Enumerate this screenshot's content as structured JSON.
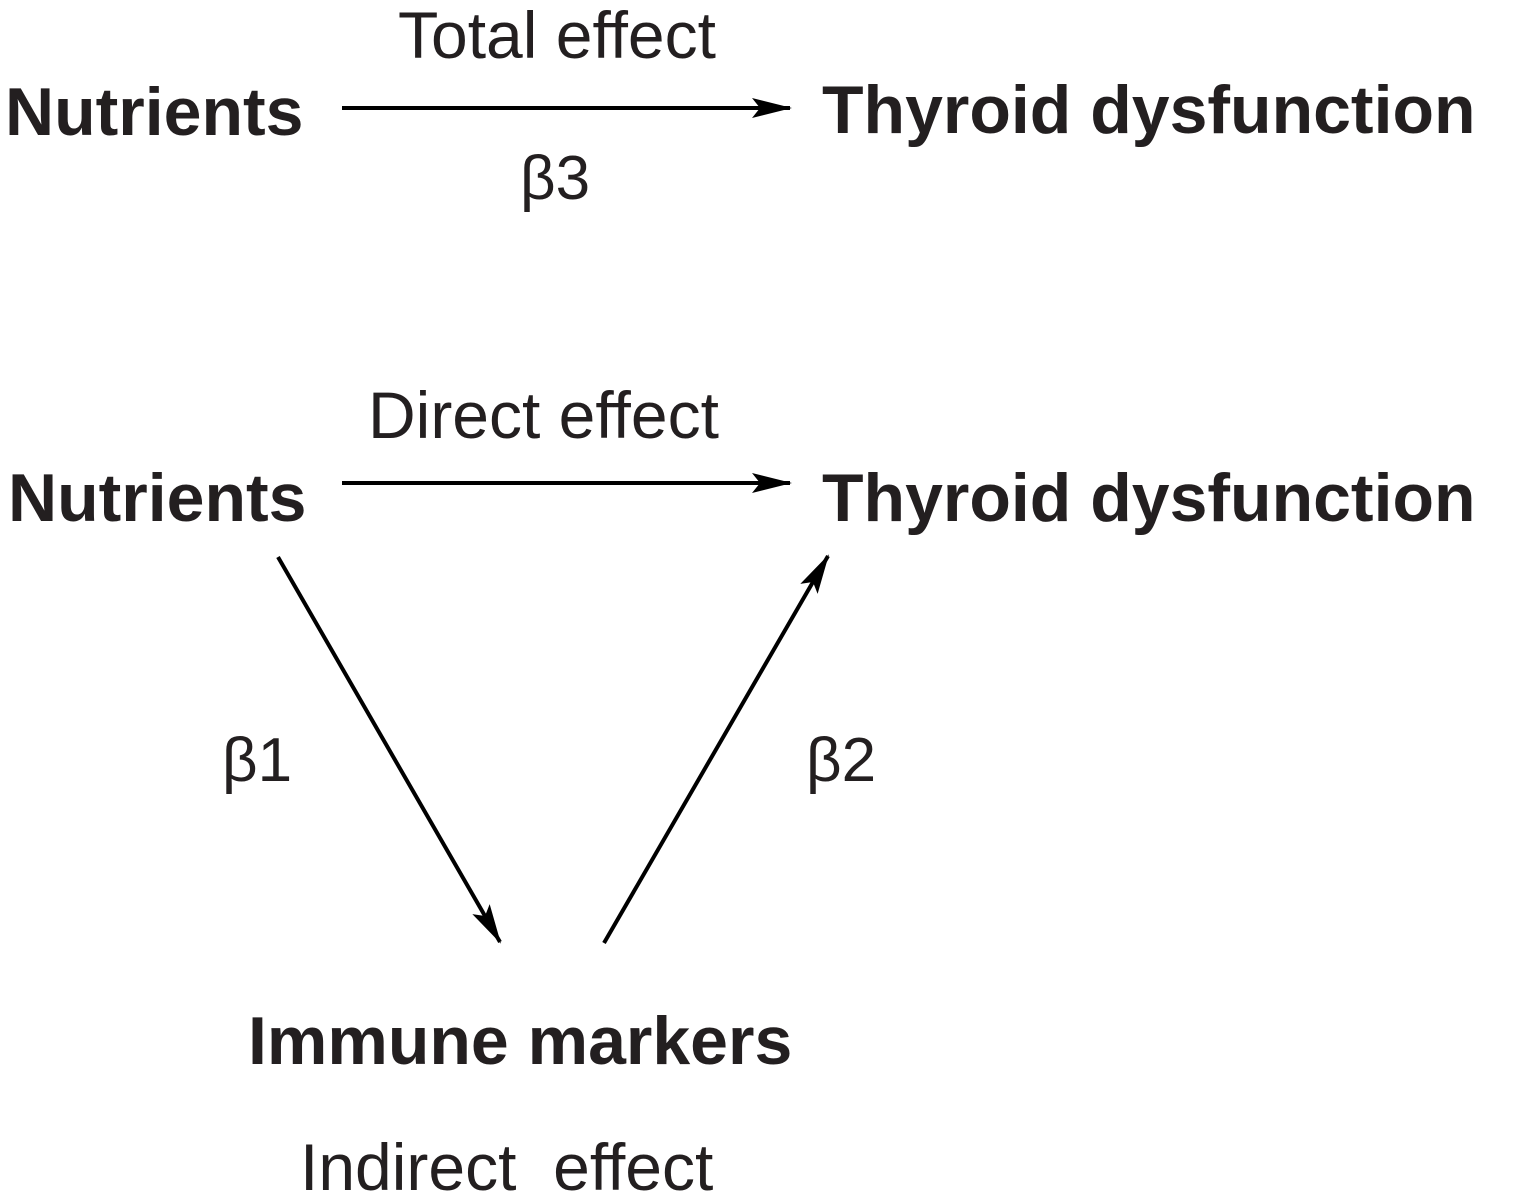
{
  "total_panel": {
    "source": "Nutrients",
    "target": "Thyroid dysfunction",
    "edge_label": "Total effect",
    "coefficient": "β3"
  },
  "mediation_panel": {
    "source": "Nutrients",
    "target": "Thyroid dysfunction",
    "mediator": "Immune markers",
    "direct_label": "Direct effect",
    "indirect_label": "Indirect  effect",
    "coef_source_to_mediator": "β1",
    "coef_mediator_to_target": "β2"
  },
  "colors": {
    "text": "#231f20",
    "arrow": "#000000"
  }
}
